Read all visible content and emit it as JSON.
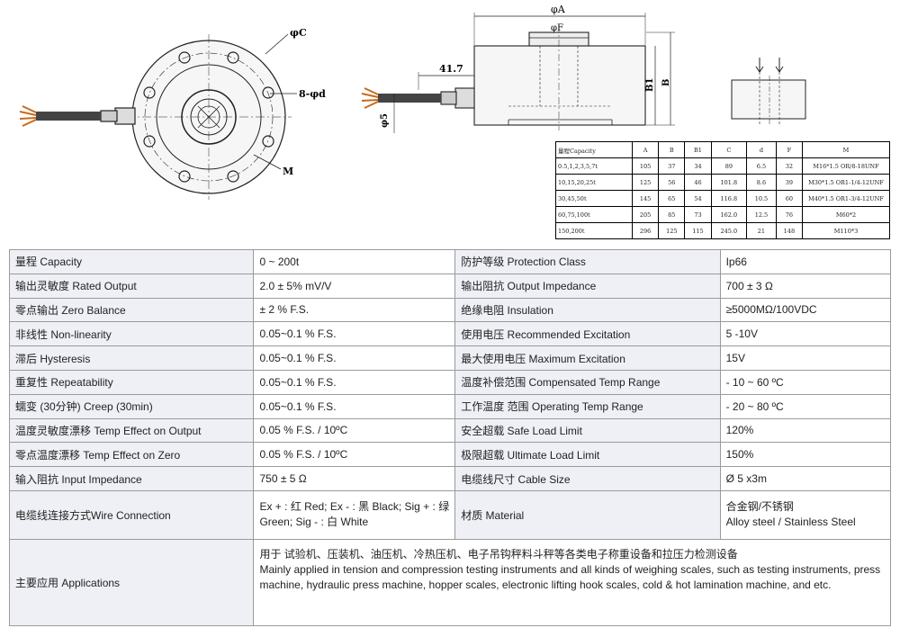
{
  "drawing": {
    "label_phi_c": "φC",
    "label_holes": "8-φd",
    "label_m": "M",
    "label_phi_a": "φA",
    "label_phi_f": "φF",
    "label_41_7": "41.7",
    "label_phi5": "φ5",
    "label_b1": "B1",
    "label_b": "B"
  },
  "dimension_table": {
    "headers": [
      "量程Capacity",
      "A",
      "B",
      "B1",
      "C",
      "d",
      "F",
      "M"
    ],
    "rows": [
      [
        "0.5,1,2,3,5,7t",
        "105",
        "37",
        "34",
        "89",
        "6.5",
        "32",
        "M16*1.5 OR/8-18UNF"
      ],
      [
        "10,15,20,25t",
        "125",
        "56",
        "46",
        "101.8",
        "8.6",
        "39",
        "M30*1.5 OR1-1/4-12UNF"
      ],
      [
        "30,45,50t",
        "145",
        "65",
        "54",
        "116.8",
        "10.5",
        "60",
        "M40*1.5 OR1-3/4-12UNF"
      ],
      [
        "60,75,100t",
        "205",
        "85",
        "73",
        "162.0",
        "12.5",
        "76",
        "M60*2"
      ],
      [
        "150,200t",
        "296",
        "125",
        "115",
        "245.0",
        "21",
        "148",
        "M110*3"
      ]
    ]
  },
  "specs": [
    [
      "量程 Capacity",
      "0 ~ 200t",
      "防护等级 Protection Class",
      "Ip66"
    ],
    [
      "输出灵敏度 Rated Output",
      "2.0 ± 5% mV/V",
      "输出阻抗  Output Impedance",
      "700 ± 3 Ω"
    ],
    [
      "零点输出  Zero Balance",
      "± 2 % F.S.",
      "绝缘电阻  Insulation",
      "≥5000MΩ/100VDC"
    ],
    [
      "非线性 Non-linearity",
      "0.05~0.1 % F.S.",
      "使用电压 Recommended Excitation",
      "5 -10V"
    ],
    [
      "滞后 Hysteresis",
      "0.05~0.1 % F.S.",
      "最大使用电压 Maximum Excitation",
      "15V"
    ],
    [
      "重复性 Repeatability",
      "0.05~0.1 % F.S.",
      "温度补偿范围 Compensated Temp Range",
      "- 10 ~ 60 ºC"
    ],
    [
      "蠕变  (30分钟)  Creep (30min)",
      "0.05~0.1 % F.S.",
      "工作温度 范围 Operating Temp  Range",
      "- 20 ~ 80 ºC"
    ],
    [
      "温度灵敏度漂移 Temp Effect on Output",
      "0.05 % F.S. / 10ºC",
      "安全超载 Safe Load Limit",
      "120%"
    ],
    [
      "零点温度漂移 Temp Effect on Zero",
      "0.05 % F.S. / 10ºC",
      "极限超载 Ultimate Load Limit",
      "150%"
    ],
    [
      "输入阻抗 Input Impedance",
      "750 ± 5 Ω",
      "电缆线尺寸 Cable Size",
      "Ø 5 x3m"
    ]
  ],
  "wire_row": {
    "label": "电缆线连接方式Wire Connection",
    "value_line1": "Ex + : 红 Red;   Ex - : 黑 Black; Sig + : 绿",
    "value_line2": "Green; Sig - : 白 White",
    "material_label": "材质 Material",
    "material_line1": "合金钢/不锈钢",
    "material_line2": "Alloy steel / Stainless Steel"
  },
  "applications": {
    "label": "主要应用 Applications",
    "text_cn": "用于 试验机、压装机、油压机、冷热压机、电子吊钩秤料斗秤等各类电子称重设备和拉压力检测设备",
    "text_en": "Mainly applied in tension and compression testing instruments and all kinds of weighing scales, such as  testing instruments, press machine, hydraulic press machine, hopper scales, electronic lifting hook scales, cold & hot lamination machine, and etc."
  }
}
